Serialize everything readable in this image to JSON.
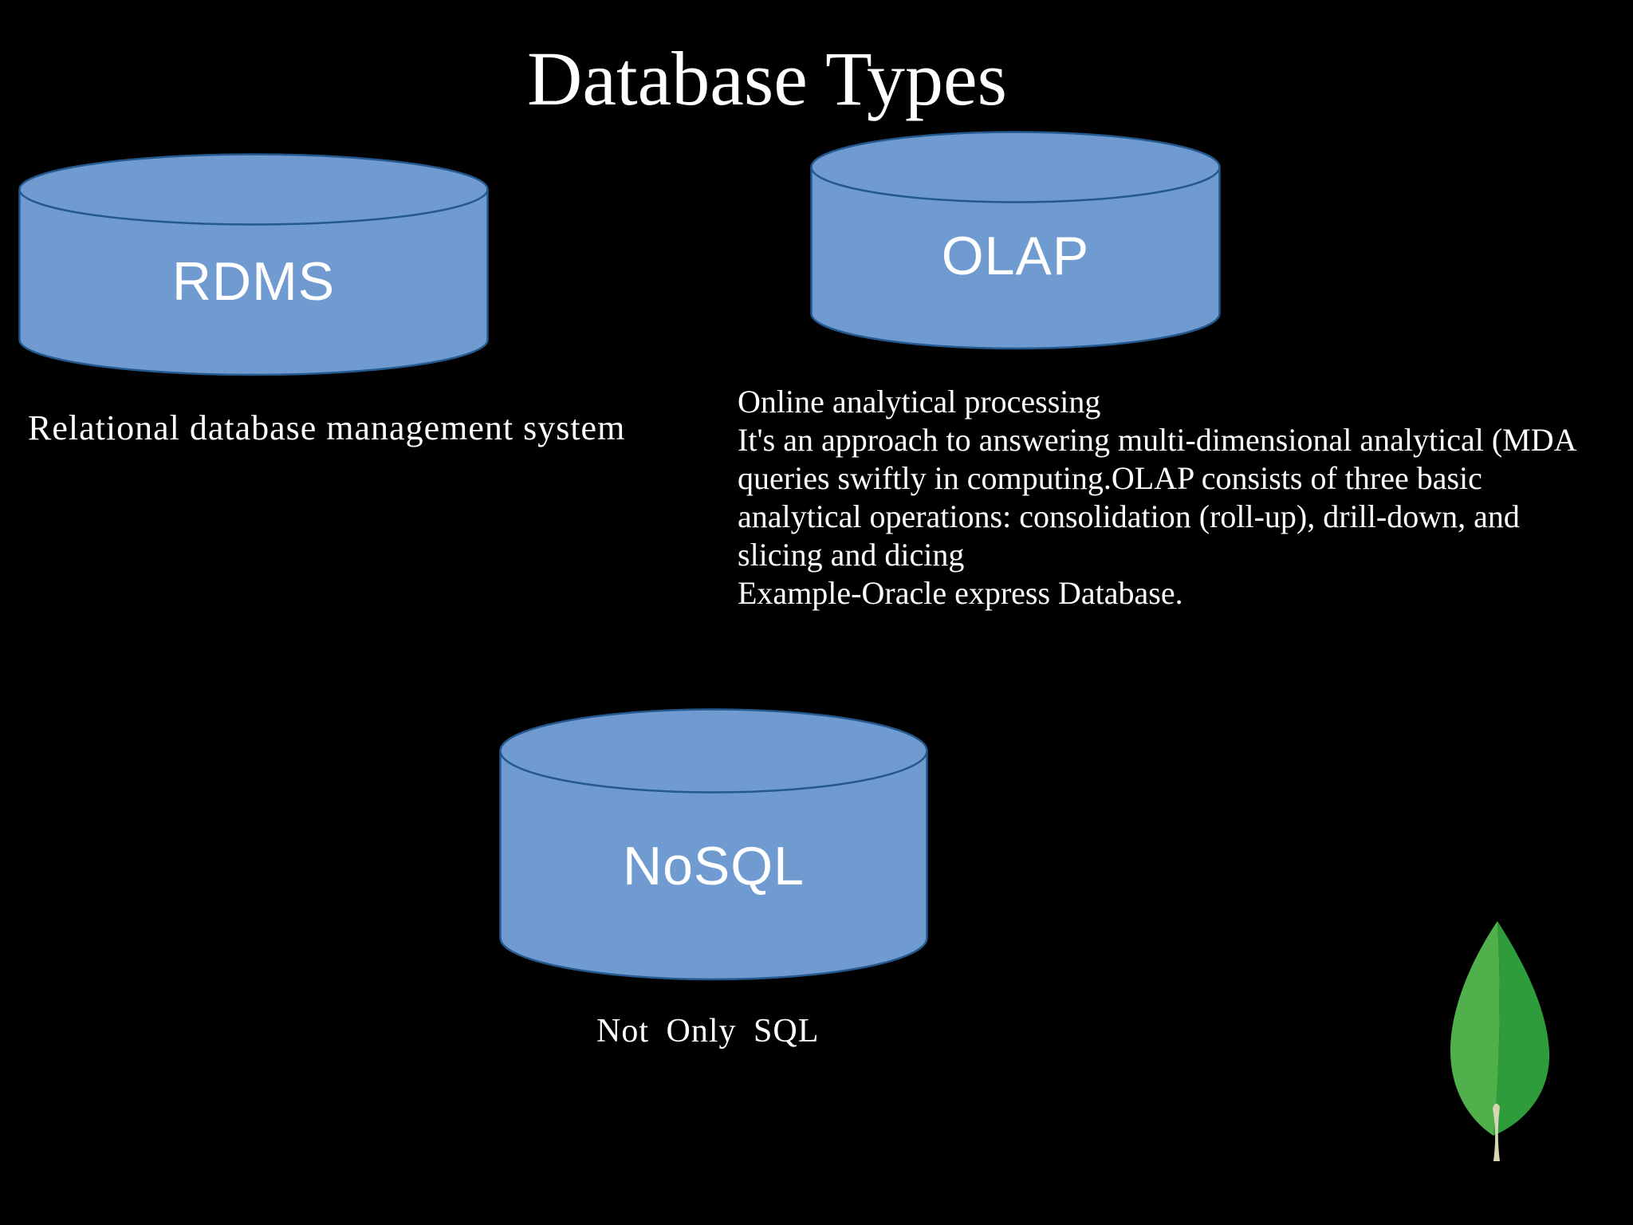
{
  "slide": {
    "title": "Database Types",
    "background_color": "#000000",
    "text_color": "#ffffff"
  },
  "colors": {
    "background": "#000000",
    "text": "#ffffff",
    "cylinder_fill": "#6f9bd1",
    "cylinder_stroke": "#24598f",
    "leaf_left": "#4fb04c",
    "leaf_right": "#2f9c3c",
    "leaf_stem": "#d8d5b6"
  },
  "databases": [
    {
      "id": "rdms",
      "label": "RDMS",
      "caption": "Relational database management system"
    },
    {
      "id": "olap",
      "label": "OLAP",
      "description_lines": [
        "Online analytical processing",
        "It's an approach to answering multi-dimensional analytical (MDA",
        "queries swiftly in computing.OLAP consists of three basic",
        "analytical operations: consolidation (roll-up), drill-down, and",
        "slicing and dicing",
        "Example-Oracle express Database."
      ]
    },
    {
      "id": "nosql",
      "label": "NoSQL",
      "caption": "Not Only SQL"
    }
  ],
  "icons": {
    "mongodb_leaf": "mongodb-leaf"
  }
}
